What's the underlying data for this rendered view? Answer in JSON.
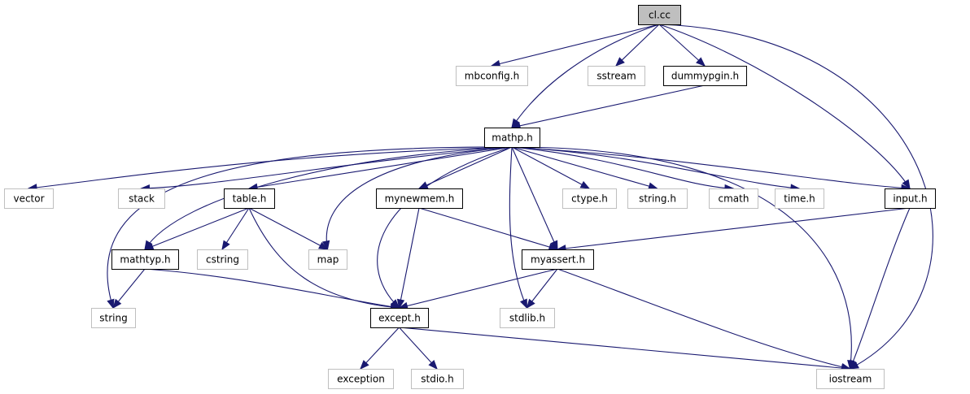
{
  "colors": {
    "edge": "#191970",
    "root_fill": "#bfbfbf",
    "root_stroke": "#000000",
    "documented_stroke": "#000000",
    "undocumented_stroke": "#bfbfbf",
    "node_fill": "#ffffff"
  },
  "nodes": [
    {
      "id": "cl_cc",
      "label": "cl.cc",
      "kind": "root"
    },
    {
      "id": "mbconfig_h",
      "label": "mbconfig.h",
      "kind": "external"
    },
    {
      "id": "sstream",
      "label": "sstream",
      "kind": "external"
    },
    {
      "id": "dummypgin_h",
      "label": "dummypgin.h",
      "kind": "documented"
    },
    {
      "id": "mathp_h",
      "label": "mathp.h",
      "kind": "documented"
    },
    {
      "id": "vector",
      "label": "vector",
      "kind": "external"
    },
    {
      "id": "stack",
      "label": "stack",
      "kind": "external"
    },
    {
      "id": "table_h",
      "label": "table.h",
      "kind": "documented"
    },
    {
      "id": "mynewmem_h",
      "label": "mynewmem.h",
      "kind": "documented"
    },
    {
      "id": "ctype_h",
      "label": "ctype.h",
      "kind": "external"
    },
    {
      "id": "string_h",
      "label": "string.h",
      "kind": "external"
    },
    {
      "id": "cmath",
      "label": "cmath",
      "kind": "external"
    },
    {
      "id": "time_h",
      "label": "time.h",
      "kind": "external"
    },
    {
      "id": "input_h",
      "label": "input.h",
      "kind": "documented"
    },
    {
      "id": "mathtyp_h",
      "label": "mathtyp.h",
      "kind": "documented"
    },
    {
      "id": "cstring",
      "label": "cstring",
      "kind": "external"
    },
    {
      "id": "map",
      "label": "map",
      "kind": "external"
    },
    {
      "id": "myassert_h",
      "label": "myassert.h",
      "kind": "documented"
    },
    {
      "id": "string",
      "label": "string",
      "kind": "external"
    },
    {
      "id": "except_h",
      "label": "except.h",
      "kind": "documented"
    },
    {
      "id": "stdlib_h",
      "label": "stdlib.h",
      "kind": "external"
    },
    {
      "id": "exception",
      "label": "exception",
      "kind": "external"
    },
    {
      "id": "stdio_h",
      "label": "stdio.h",
      "kind": "external"
    },
    {
      "id": "iostream",
      "label": "iostream",
      "kind": "external"
    }
  ],
  "edges": [
    {
      "from": "cl_cc",
      "to": "mbconfig_h"
    },
    {
      "from": "cl_cc",
      "to": "sstream"
    },
    {
      "from": "cl_cc",
      "to": "dummypgin_h"
    },
    {
      "from": "cl_cc",
      "to": "mathp_h"
    },
    {
      "from": "cl_cc",
      "to": "input_h"
    },
    {
      "from": "cl_cc",
      "to": "iostream"
    },
    {
      "from": "dummypgin_h",
      "to": "mathp_h"
    },
    {
      "from": "mathp_h",
      "to": "vector"
    },
    {
      "from": "mathp_h",
      "to": "string"
    },
    {
      "from": "mathp_h",
      "to": "stack"
    },
    {
      "from": "mathp_h",
      "to": "mathtyp_h"
    },
    {
      "from": "mathp_h",
      "to": "table_h"
    },
    {
      "from": "mathp_h",
      "to": "map"
    },
    {
      "from": "mathp_h",
      "to": "except_h"
    },
    {
      "from": "mathp_h",
      "to": "mynewmem_h"
    },
    {
      "from": "mathp_h",
      "to": "stdlib_h"
    },
    {
      "from": "mathp_h",
      "to": "myassert_h"
    },
    {
      "from": "mathp_h",
      "to": "ctype_h"
    },
    {
      "from": "mathp_h",
      "to": "string_h"
    },
    {
      "from": "mathp_h",
      "to": "cmath"
    },
    {
      "from": "mathp_h",
      "to": "time_h"
    },
    {
      "from": "mathp_h",
      "to": "input_h"
    },
    {
      "from": "mathp_h",
      "to": "iostream"
    },
    {
      "from": "table_h",
      "to": "mathtyp_h"
    },
    {
      "from": "table_h",
      "to": "cstring"
    },
    {
      "from": "table_h",
      "to": "map"
    },
    {
      "from": "table_h",
      "to": "except_h"
    },
    {
      "from": "mynewmem_h",
      "to": "except_h"
    },
    {
      "from": "mynewmem_h",
      "to": "myassert_h"
    },
    {
      "from": "input_h",
      "to": "myassert_h"
    },
    {
      "from": "input_h",
      "to": "iostream"
    },
    {
      "from": "mathtyp_h",
      "to": "string"
    },
    {
      "from": "mathtyp_h",
      "to": "except_h"
    },
    {
      "from": "myassert_h",
      "to": "except_h"
    },
    {
      "from": "myassert_h",
      "to": "stdlib_h"
    },
    {
      "from": "myassert_h",
      "to": "iostream"
    },
    {
      "from": "except_h",
      "to": "exception"
    },
    {
      "from": "except_h",
      "to": "stdio_h"
    },
    {
      "from": "except_h",
      "to": "iostream"
    }
  ]
}
